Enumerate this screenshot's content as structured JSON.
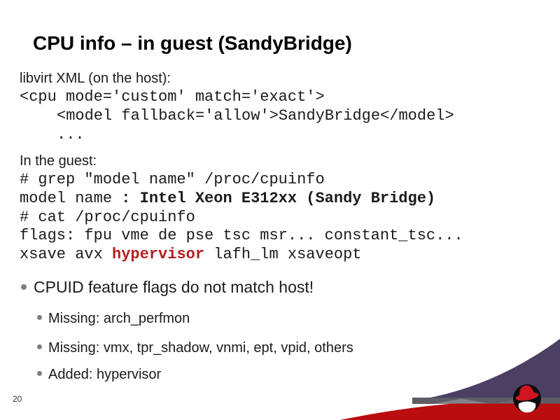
{
  "colors": {
    "text": "#1b1b1b",
    "highlight_red": "#b41f1f",
    "swoosh_purple": "#4b3f63",
    "band_gray": "#5e5c64",
    "band_gray_light": "#84828c",
    "band_gray_mid": "#6c6975",
    "swoosh_red": "#b90d10",
    "hat_red": "#d11422",
    "bullet_gray": "#7f7f7f"
  },
  "slide": {
    "title": "CPU info – in guest (SandyBridge)",
    "page_number": "20"
  },
  "host": {
    "label": "libvirt XML (on the host):",
    "code": {
      "line1": "<cpu mode='custom' match='exact'>",
      "line2": "<model fallback='allow'>SandyBridge</model>",
      "line3": "..."
    }
  },
  "guest": {
    "label": "In the guest:",
    "code": {
      "grep_cmd": "# grep \"model name\" /proc/cpuinfo",
      "model_prefix": "model name ",
      "model_value": ": Intel Xeon E312xx (Sandy Bridge)",
      "cat_cmd": "# cat /proc/cpuinfo",
      "flags_line": "flags: fpu vme de pse tsc msr... constant_tsc...",
      "xsave_pre": "xsave avx ",
      "xsave_highlight": "hypervisor",
      "xsave_post": " lafh_lm xsaveopt"
    }
  },
  "bullets": {
    "main": "CPUID feature flags do not match host!",
    "sub": [
      "Missing: arch_perfmon",
      "Missing: vmx, tpr_shadow, vnmi, ept, vpid, others",
      "Added: hypervisor"
    ]
  }
}
